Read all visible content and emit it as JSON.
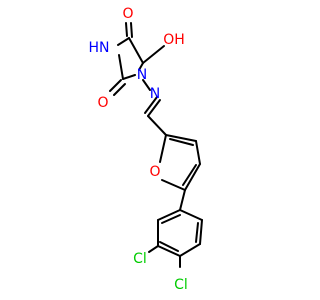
{
  "molecule": {
    "labels": {
      "o_ketone": "O",
      "nh": "HN",
      "oh": "OH",
      "o_carbonyl": "O",
      "n_ring": "N",
      "n_imine": "N",
      "o_furan": "O",
      "cl_upper": "Cl",
      "cl_lower": "Cl"
    },
    "colors": {
      "bond": "#000000",
      "oxygen": "#ff0000",
      "nitrogen": "#0000ff",
      "chlorine": "#00cc00"
    }
  }
}
